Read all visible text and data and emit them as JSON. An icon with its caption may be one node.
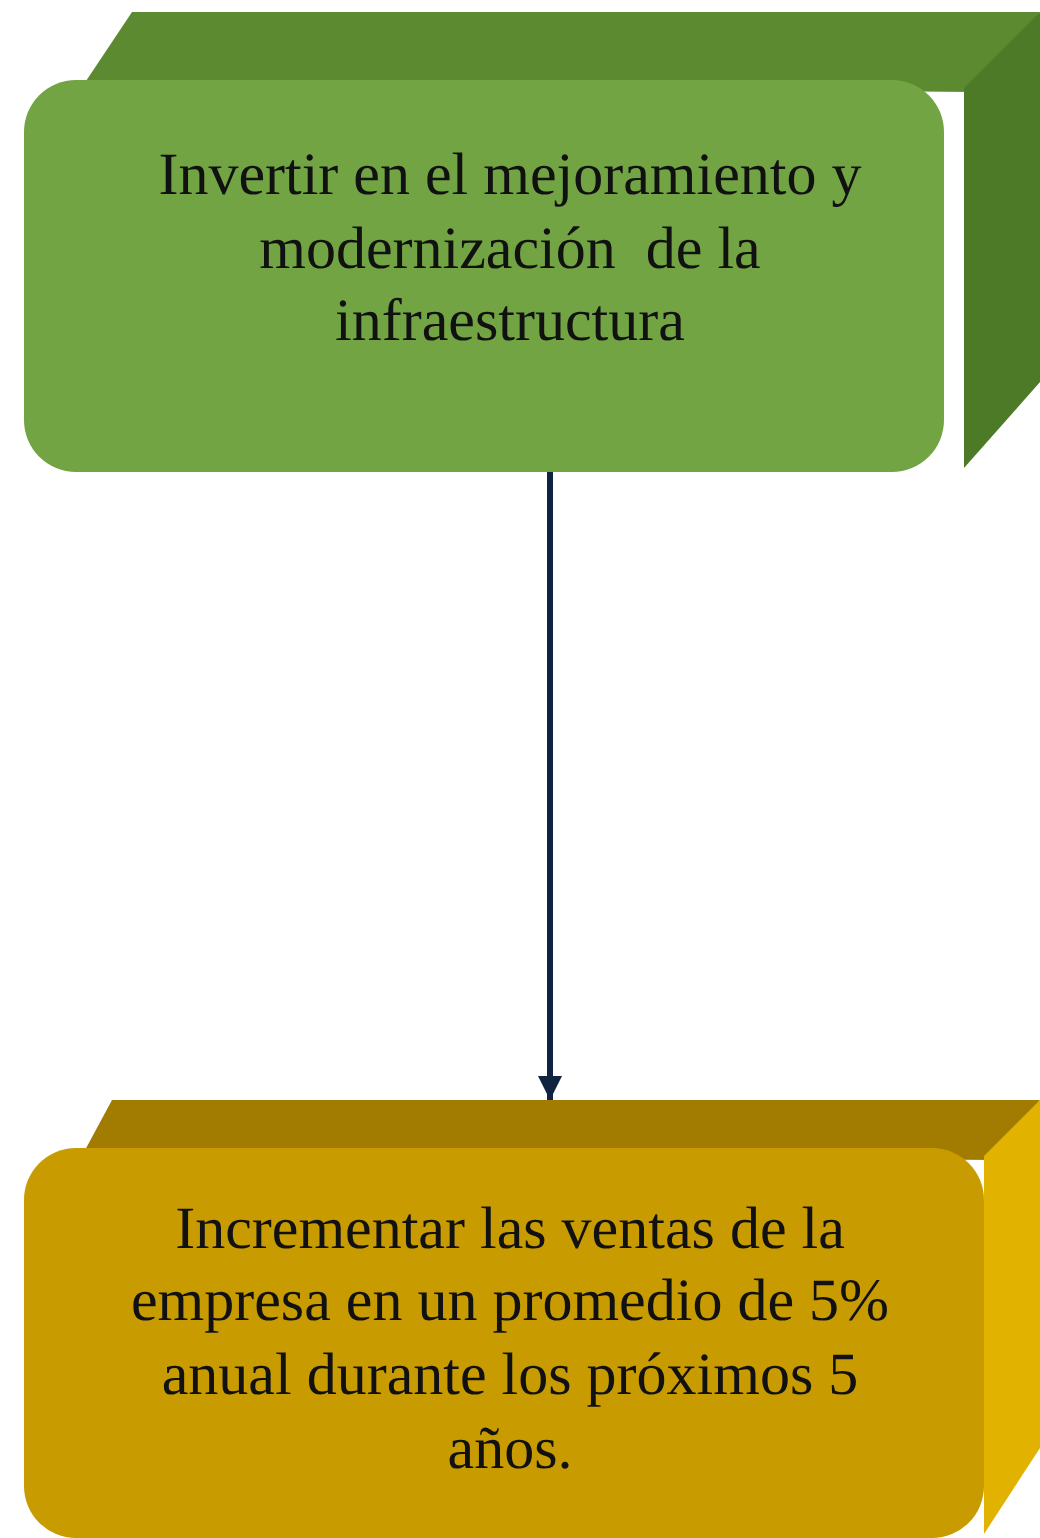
{
  "diagram": {
    "nodes": [
      {
        "text": [
          "Invertir en el mejoramiento y modernización  de la infraestructura"
        ]
      },
      {
        "text": [
          "Incrementar las ventas de la empresa en un promedio de 5% anual durante los próximos 5 años."
        ]
      }
    ],
    "edges": [
      {
        "from": 0,
        "to": 1,
        "arrow": "to"
      }
    ]
  }
}
